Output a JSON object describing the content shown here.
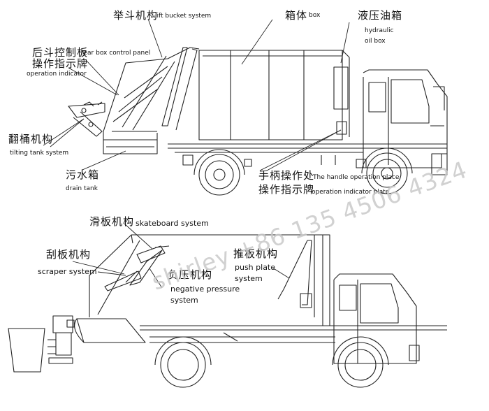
{
  "labels": {
    "lift_bucket_zh": "举斗机构",
    "lift_bucket_en": "lift bucket system",
    "box_zh": "箱体",
    "box_en": "box",
    "oil_box_zh": "液压油箱",
    "oil_box_en_1": "hydraulic",
    "oil_box_en_2": "oil box",
    "rear_panel_zh_1": "后斗控制板",
    "rear_panel_en": "rear box control panel",
    "rear_panel_zh_2": "操作指示牌",
    "op_indicator_en": "operation indicator",
    "tilting_zh": "翻桶机构",
    "tilting_en": "tilting tank system",
    "drain_zh": "污水箱",
    "drain_en": "drain tank",
    "handle_zh_1": "手柄操作处",
    "handle_en": "The handle operation place",
    "handle_zh_2": "操作指示牌",
    "op_plate_en": "operation indicator plate",
    "skateboard_zh": "滑板机构",
    "skateboard_en": "skateboard system",
    "scraper_zh": "刮板机构",
    "scraper_en": "scraper system",
    "negative_zh": "负压机构",
    "negative_en_1": "negative pressure",
    "negative_en_2": "system",
    "push_zh": "推板机构",
    "push_en_1": "push plate",
    "push_en_2": "system"
  },
  "watermark": "shirley +86 135 4506 4324",
  "colors": {
    "line": "#222222",
    "watermark": "#c9c9c9"
  }
}
